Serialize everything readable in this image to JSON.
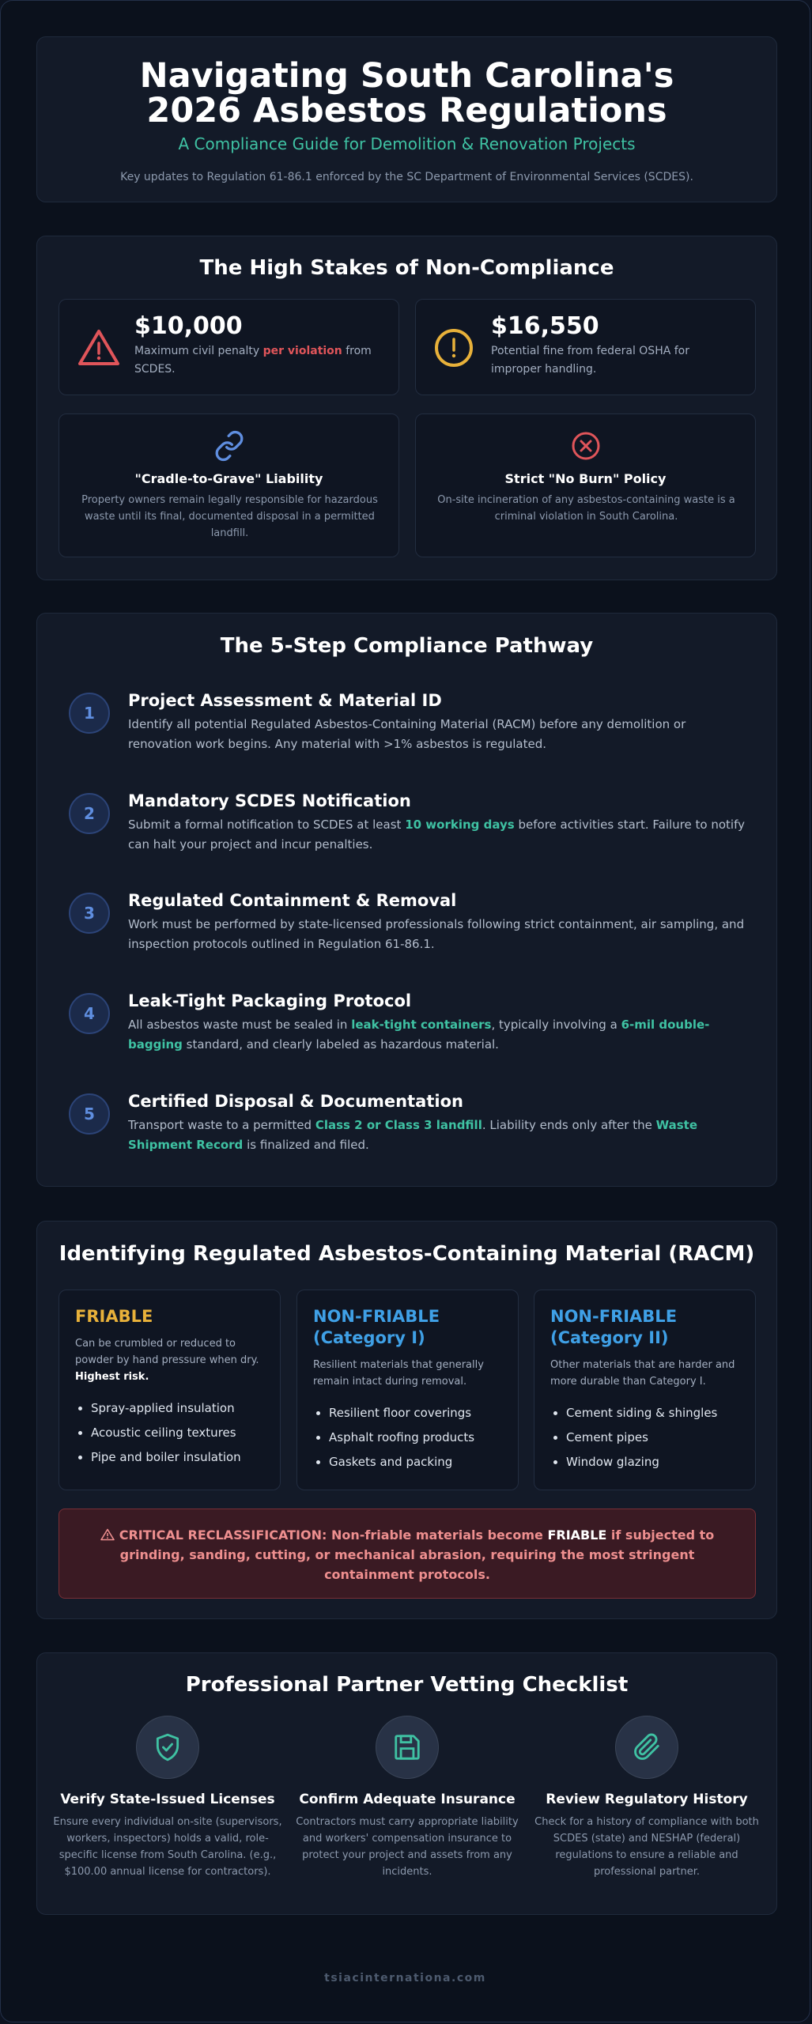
{
  "header": {
    "title": "Navigating South Carolina's 2026 Asbestos Regulations",
    "subtitle": "A Compliance Guide for Demolition & Renovation Projects",
    "intro": "Key updates to Regulation 61-86.1 enforced by the SC Department of Environmental Services (SCDES)."
  },
  "stakes": {
    "title": "The High Stakes of Non-Compliance",
    "penalty_scdes": {
      "amount": "$10,000",
      "desc_a": "Maximum civil penalty ",
      "desc_b": "per violation",
      "desc_c": " from SCDES."
    },
    "penalty_osha": {
      "amount": "$16,550",
      "desc": "Potential fine from federal OSHA for improper handling."
    },
    "liability": {
      "title": "\"Cradle-to-Grave\" Liability",
      "desc": "Property owners remain legally responsible for hazardous waste until its final, documented disposal in a permitted landfill."
    },
    "no_burn": {
      "title": "Strict \"No Burn\" Policy",
      "desc": "On-site incineration of any asbestos-containing waste is a criminal violation in South Carolina."
    }
  },
  "pathway": {
    "title": "The 5-Step Compliance Pathway",
    "steps": [
      {
        "num": "1",
        "title": "Project Assessment & Material ID",
        "desc": "Identify all potential Regulated Asbestos-Containing Material (RACM) before any demolition or renovation work begins. Any material with >1% asbestos is regulated."
      },
      {
        "num": "2",
        "title": "Mandatory SCDES Notification",
        "desc_a": "Submit a formal notification to SCDES at least ",
        "desc_b": "10 working days",
        "desc_c": " before activities start. Failure to notify can halt your project and incur penalties."
      },
      {
        "num": "3",
        "title": "Regulated Containment & Removal",
        "desc": "Work must be performed by state-licensed professionals following strict containment, air sampling, and inspection protocols outlined in Regulation 61-86.1."
      },
      {
        "num": "4",
        "title": "Leak-Tight Packaging Protocol",
        "desc_a": "All asbestos waste must be sealed in ",
        "desc_b": "leak-tight containers",
        "desc_c": ", typically involving a ",
        "desc_d": "6-mil double-bagging",
        "desc_e": " standard, and clearly labeled as hazardous material."
      },
      {
        "num": "5",
        "title": "Certified Disposal & Documentation",
        "desc_a": "Transport waste to a permitted ",
        "desc_b": "Class 2 or Class 3 landfill",
        "desc_c": ". Liability ends only after the ",
        "desc_d": "Waste Shipment Record",
        "desc_e": " is finalized and filed."
      }
    ]
  },
  "racm": {
    "title": "Identifying Regulated Asbestos-Containing Material (RACM)",
    "friable": {
      "title": "FRIABLE",
      "desc_a": "Can be crumbled or reduced to powder by hand pressure when dry. ",
      "desc_b": "Highest risk.",
      "items": [
        "Spray-applied insulation",
        "Acoustic ceiling textures",
        "Pipe and boiler insulation"
      ]
    },
    "cat1": {
      "title": "NON-FRIABLE (Category I)",
      "desc": "Resilient materials that generally remain intact during removal.",
      "items": [
        "Resilient floor coverings",
        "Asphalt roofing products",
        "Gaskets and packing"
      ]
    },
    "cat2": {
      "title": "NON-FRIABLE (Category II)",
      "desc": "Other materials that are harder and more durable than Category I.",
      "items": [
        "Cement siding & shingles",
        "Cement pipes",
        "Window glazing"
      ]
    },
    "warning": {
      "a": "CRITICAL RECLASSIFICATION: Non-friable materials become ",
      "b": "FRIABLE",
      "c": " if subjected to grinding, sanding, cutting, or mechanical abrasion, requiring the most stringent containment protocols."
    }
  },
  "partner": {
    "title": "Professional Partner Vetting Checklist",
    "items": [
      {
        "icon": "shield-check-icon",
        "title": "Verify State-Issued Licenses",
        "desc": "Ensure every individual on-site (supervisors, workers, inspectors) holds a valid, role-specific license from South Carolina. (e.g., $100.00 annual license for contractors)."
      },
      {
        "icon": "floppy-disk-icon",
        "title": "Confirm Adequate Insurance",
        "desc": "Contractors must carry appropriate liability and workers' compensation insurance to protect your project and assets from any incidents."
      },
      {
        "icon": "paperclip-icon",
        "title": "Review Regulatory History",
        "desc": "Check for a history of compliance with both SCDES (state) and NESHAP (federal) regulations to ensure a reliable and professional partner."
      }
    ]
  },
  "footer": {
    "text": "tsiacinternationa.com"
  },
  "colors": {
    "red": "#e0555a",
    "amber": "#e8b13a",
    "teal": "#3fc2a3",
    "blue": "#5f8ee0",
    "sky": "#3fa0e6"
  }
}
